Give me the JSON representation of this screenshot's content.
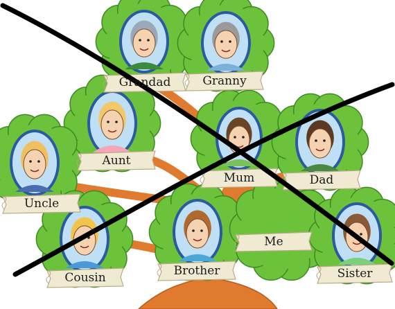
{
  "family_tree": {
    "members": [
      {
        "key": "grandad",
        "label": "Grandad",
        "hair": "#9aa8b8",
        "shirt": "#3c8a3c"
      },
      {
        "key": "granny",
        "label": "Granny",
        "hair": "#9a9a9a",
        "shirt": "#7bb0d8"
      },
      {
        "key": "aunt",
        "label": "Aunt",
        "hair": "#f2c86a",
        "shirt": "#f4a6b8"
      },
      {
        "key": "mum",
        "label": "Mum",
        "hair": "#6b4428",
        "shirt": "#7cc05a"
      },
      {
        "key": "dad",
        "label": "Dad",
        "hair": "#5a3a22",
        "shirt": "#4a8a40"
      },
      {
        "key": "uncle",
        "label": "Uncle",
        "hair": "#f0c060",
        "shirt": "#4a6db0"
      },
      {
        "key": "cousin",
        "label": "Cousin",
        "hair": "#f2c44a",
        "shirt": "#4a9ad8"
      },
      {
        "key": "brother",
        "label": "Brother",
        "hair": "#b06a30",
        "shirt": "#4aa8d8"
      },
      {
        "key": "me",
        "label": "Me",
        "hair": "",
        "shirt": ""
      },
      {
        "key": "sister",
        "label": "Sister",
        "hair": "#8a5a36",
        "shirt": "#7cd07c"
      }
    ]
  },
  "colors": {
    "trunk": "#e07a2e",
    "trunk_dark": "#b85a1a",
    "foliage": "#6cc23a",
    "foliage_dark": "#3e8a22",
    "oval_bg": "#bfe0f4",
    "oval_rim": "#2c5aa0",
    "scroll": "#f1ead2",
    "scroll_edge": "#b8ab86",
    "strike": "#000000"
  }
}
